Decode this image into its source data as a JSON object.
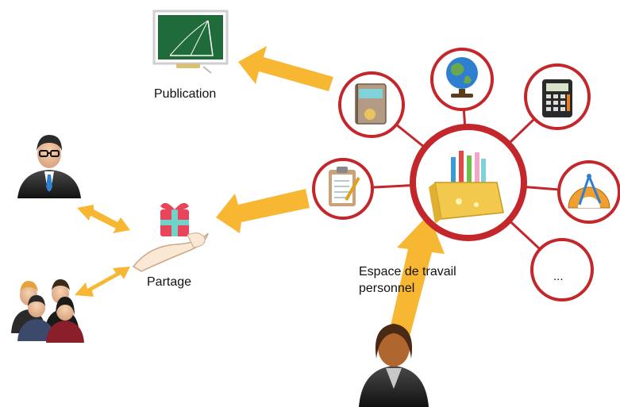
{
  "labels": {
    "publication": "Publication",
    "partage": "Partage",
    "espace": "Espace de travail\npersonnel",
    "more": "..."
  },
  "colors": {
    "ring": "#c3272b",
    "arrow": "#f7b733",
    "board": "#1f6b3a",
    "box": "#f2c94c"
  },
  "icons": [
    "chalkboard-icon",
    "teacher-icon",
    "group-icon",
    "gift-hand-icon",
    "notebook-icon",
    "globe-icon",
    "calculator-icon",
    "clipboard-icon",
    "pencil-box-icon",
    "compass-ruler-icon",
    "student-icon"
  ]
}
